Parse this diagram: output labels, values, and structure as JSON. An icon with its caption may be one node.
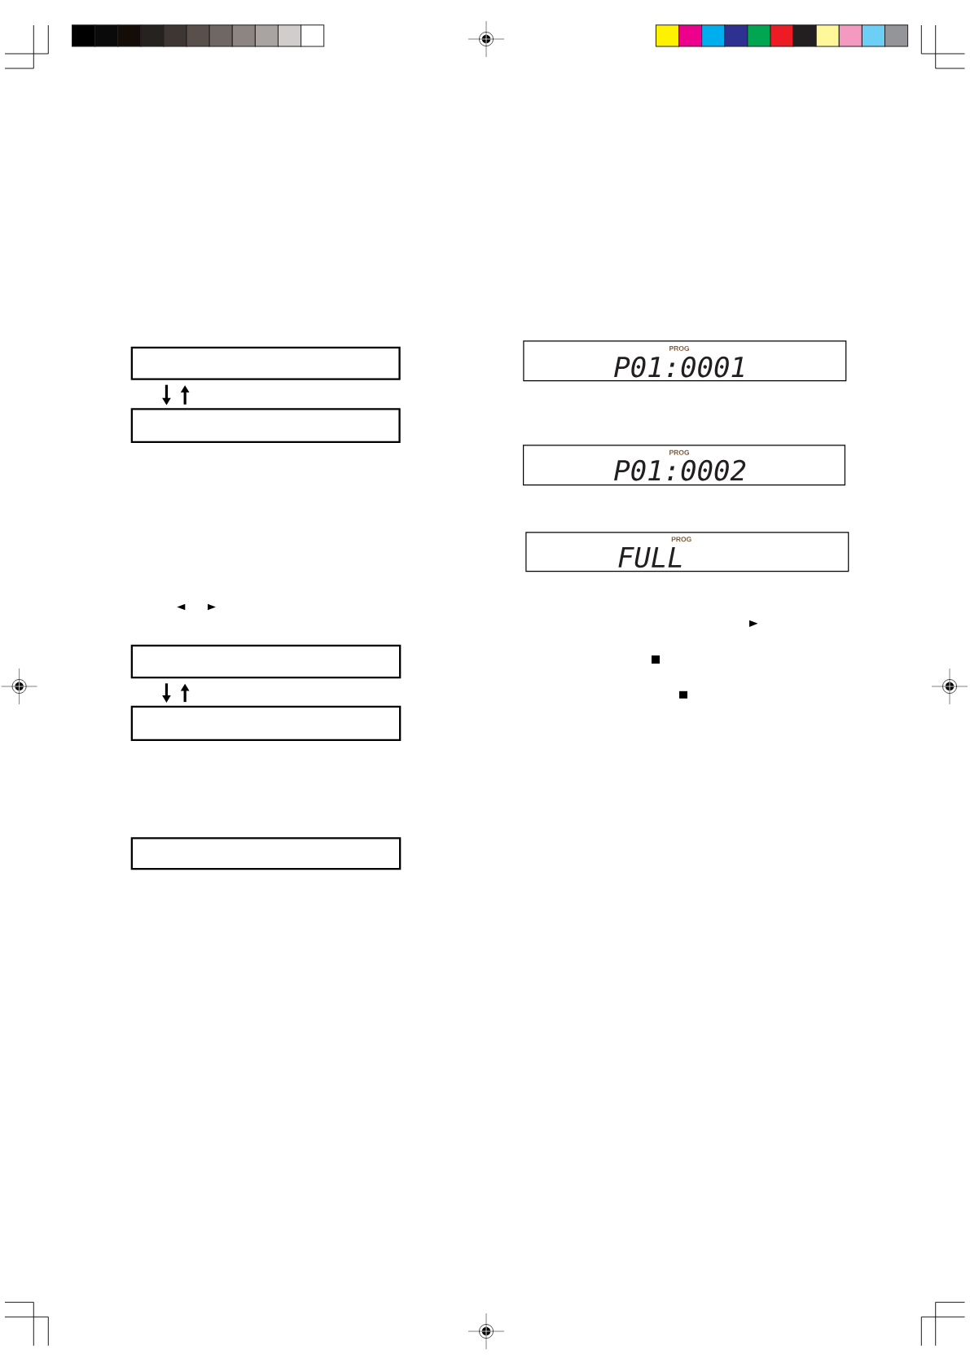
{
  "diagram": {
    "nodes": [
      {
        "text": [],
        "shape": "box"
      },
      {
        "text": [],
        "shape": "box"
      },
      {
        "text": [],
        "shape": "box"
      },
      {
        "text": [],
        "shape": "box"
      },
      {
        "text": [],
        "shape": "box"
      },
      {
        "text": [
          "PROG",
          "P01:0001"
        ]
      },
      {
        "text": [
          "PROG",
          "P01:0002"
        ]
      },
      {
        "text": [
          "PROG",
          "FULL"
        ]
      }
    ],
    "edges": [
      {
        "from": 0,
        "to": 1,
        "arrow": "to"
      },
      {
        "from": 1,
        "to": 0,
        "arrow": "to"
      },
      {
        "from": 2,
        "to": 3,
        "arrow": "to"
      },
      {
        "from": 3,
        "to": 2,
        "arrow": "to"
      }
    ]
  }
}
